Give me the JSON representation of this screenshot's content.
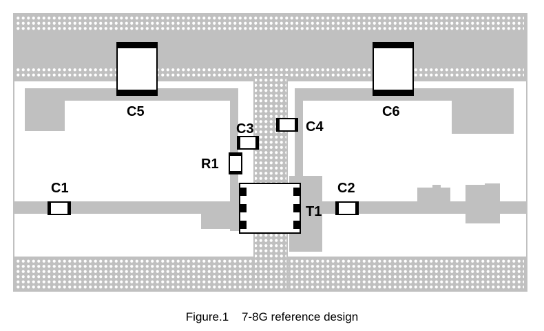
{
  "labels": {
    "c1": "C1",
    "c2": "C2",
    "c3": "C3",
    "c4": "C4",
    "c5": "C5",
    "c6": "C6",
    "r1": "R1",
    "t1": "T1"
  },
  "caption": "Figure.1    7-8G reference design",
  "colors": {
    "copper": "#c0c0c0",
    "via": "#ffffff",
    "background": "#ffffff",
    "component_outline": "#000000",
    "pad": "#000000"
  }
}
